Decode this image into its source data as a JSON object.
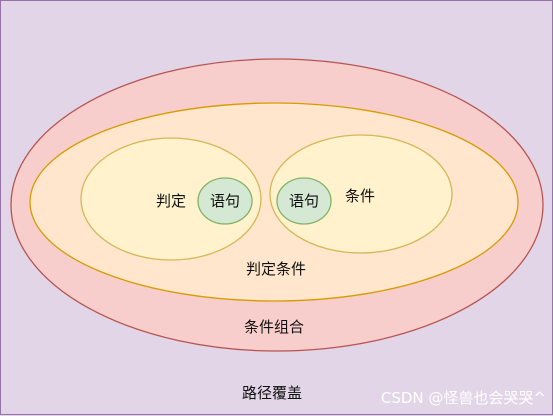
{
  "diagram": {
    "outer_label": "路径覆盖",
    "condition_combination_label": "条件组合",
    "decision_condition_label": "判定条件",
    "decision_label": "判定",
    "condition_label": "条件",
    "statement_label_left": "语句",
    "statement_label_right": "语句"
  },
  "watermark": "CSDN @怪兽也会哭哭^",
  "colors": {
    "background": "#e1d5e7",
    "background_border": "#9673a6",
    "condition_combination_fill": "#f8cecc",
    "condition_combination_stroke": "#b85450",
    "decision_condition_fill": "#ffe6cc",
    "decision_condition_stroke": "#d79b00",
    "inner_fill": "#fff2cc",
    "inner_stroke": "#d6b656",
    "statement_fill": "#d5e8d4",
    "statement_stroke": "#82b366"
  }
}
